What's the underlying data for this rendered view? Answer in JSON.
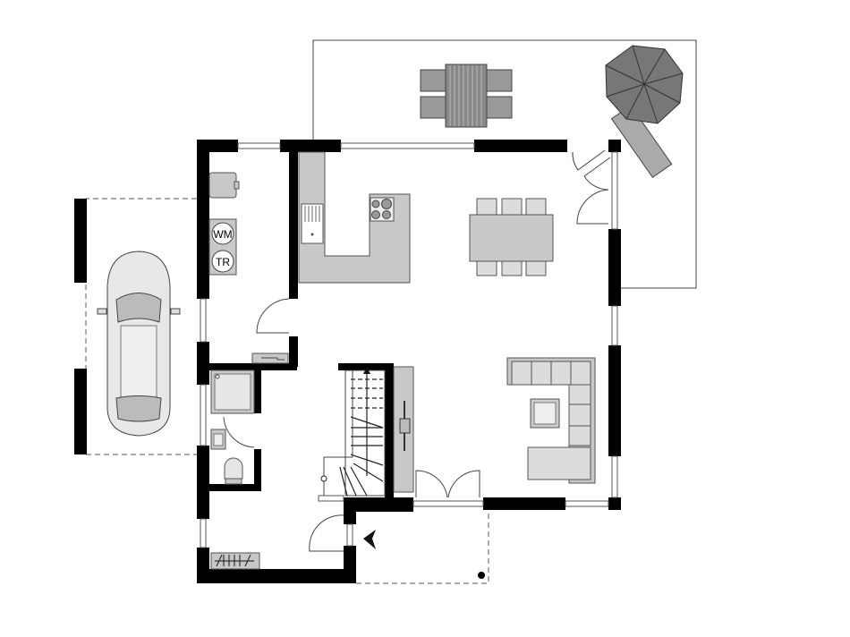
{
  "plan": {
    "type": "ground floor plan",
    "rooms": [
      "utility room",
      "kitchen",
      "dining area",
      "living room",
      "hallway",
      "bathroom",
      "entrance",
      "carport",
      "terrace"
    ],
    "appliance_labels": {
      "washing_machine": "WM",
      "dryer": "TR"
    },
    "colors": {
      "wall": "#000000",
      "furniture": "#c8c8c8",
      "umbrella": "#777777",
      "background": "#ffffff"
    }
  }
}
